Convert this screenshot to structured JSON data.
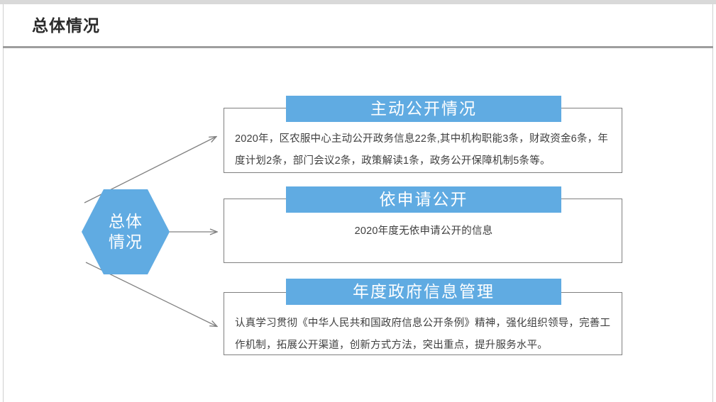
{
  "header": {
    "title": "总体情况"
  },
  "diagram": {
    "root_node": {
      "line1": "总体",
      "line2": "情况",
      "shape": "hexagon",
      "fill_color": "#60abe2",
      "text_color": "#ffffff"
    },
    "accent_color": "#60abe2",
    "connector_color": "#808080",
    "cards": [
      {
        "heading": "主动公开情况",
        "body": "2020年，区农服中心主动公开政务信息22条,其中机构职能3条，财政资金6条，年度计划2条，部门会议2条，政策解读1条，政务公开保障机制5条等。",
        "align": "left"
      },
      {
        "heading": "依申请公开",
        "body": "2020年度无依申请公开的信息",
        "align": "center"
      },
      {
        "heading": "年度政府信息管理",
        "body": "认真学习贯彻《中华人民共和国政府信息公开条例》精神，强化组织领导，完善工作机制，拓展公开渠道，创新方式方法，突出重点，提升服务水平。",
        "align": "left"
      }
    ]
  }
}
